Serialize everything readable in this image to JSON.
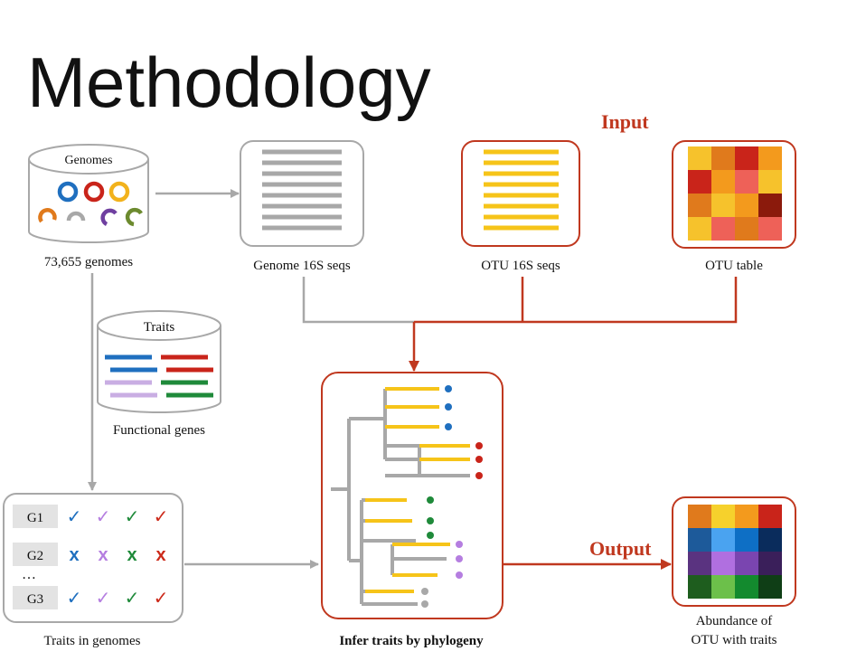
{
  "title": "Methodology",
  "labels": {
    "input": "Input",
    "output": "Output",
    "genomes_db": "Genomes",
    "genomes_count": "73,655 genomes",
    "traits_db": "Traits",
    "functional_genes": "Functional genes",
    "genome_16s": "Genome 16S seqs",
    "otu_16s": "OTU 16S seqs",
    "otu_table": "OTU table",
    "traits_in_genomes": "Traits in genomes",
    "infer": "Infer traits by phylogeny",
    "abundance_line1": "Abundance of",
    "abundance_line2": "OTU with traits"
  },
  "trait_matrix": {
    "rows": [
      {
        "label": "G1",
        "marks": [
          "✓",
          "✓",
          "✓",
          "✓"
        ]
      },
      {
        "label": "G2",
        "marks": [
          "x",
          "x",
          "x",
          "x"
        ]
      },
      {
        "label": "G3",
        "marks": [
          "✓",
          "✓",
          "✓",
          "✓"
        ]
      }
    ],
    "ellipsis": "…",
    "mark_colors": [
      "#1f6fbf",
      "#b57ee0",
      "#1f8a3a",
      "#cc2a1a"
    ]
  },
  "colors": {
    "accent_red": "#c0381f",
    "gray": "#a8a8a8",
    "yellow": "#f6c419"
  },
  "otu_table_cells": [
    [
      "#f6c22c",
      "#e07a1c",
      "#c9241a",
      "#f39a1d"
    ],
    [
      "#c9241a",
      "#f39a1d",
      "#ee6158",
      "#f6c22c"
    ],
    [
      "#e07a1c",
      "#f6c22c",
      "#f39a1d",
      "#8b1a0c"
    ],
    [
      "#f6c22c",
      "#ee6158",
      "#e07a1c",
      "#ee6158"
    ]
  ],
  "abundance_cells": [
    [
      "#e07a1c",
      "#f6d12c",
      "#f39a1d",
      "#c9241a"
    ],
    [
      "#1d5a9a",
      "#4aa3f0",
      "#0e6fc5",
      "#0a2c5c"
    ],
    [
      "#5a3380",
      "#b06fe0",
      "#7a45b0",
      "#3a1f5a"
    ],
    [
      "#1e5d1e",
      "#6cc04a",
      "#138a2e",
      "#0f3e16"
    ]
  ]
}
